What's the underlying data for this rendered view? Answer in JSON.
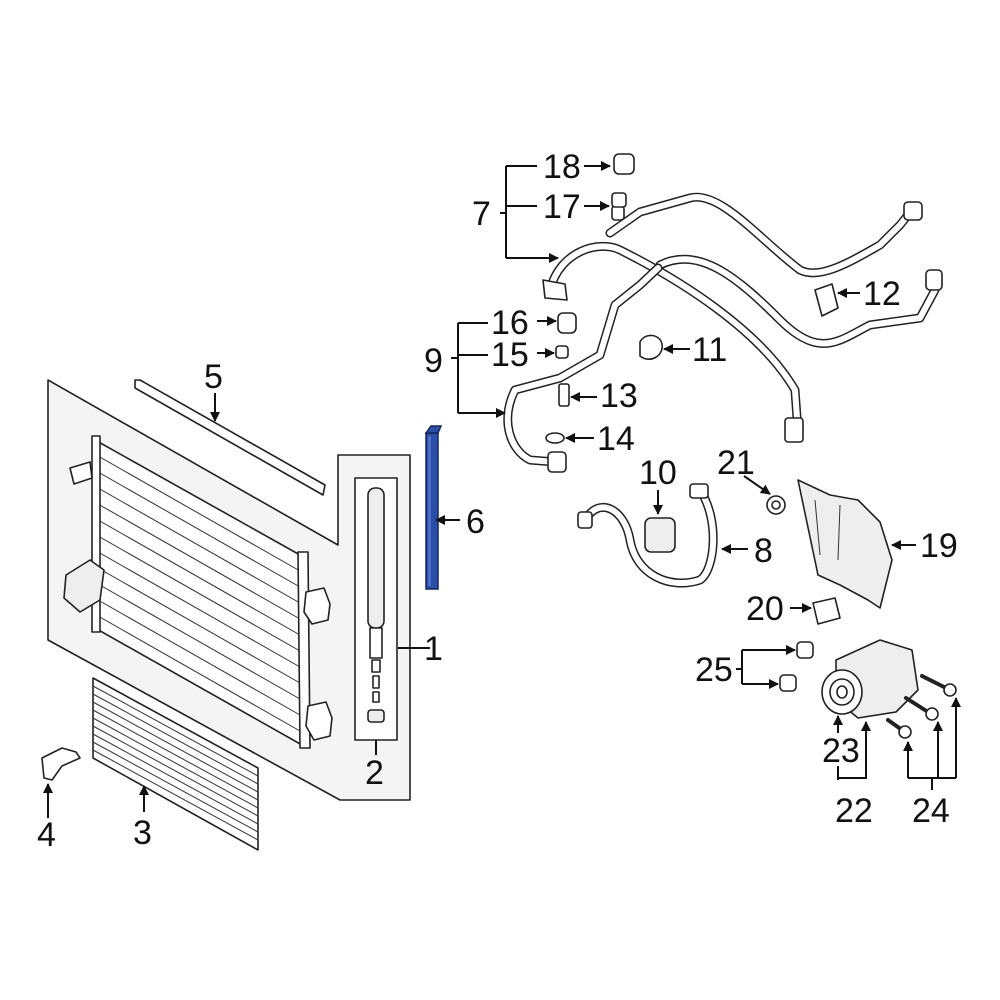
{
  "callouts": [
    {
      "id": "c1",
      "text": "1"
    },
    {
      "id": "c2",
      "text": "2"
    },
    {
      "id": "c3",
      "text": "3"
    },
    {
      "id": "c4",
      "text": "4"
    },
    {
      "id": "c5",
      "text": "5"
    },
    {
      "id": "c6",
      "text": "6"
    },
    {
      "id": "c7",
      "text": "7"
    },
    {
      "id": "c8",
      "text": "8"
    },
    {
      "id": "c9",
      "text": "9"
    },
    {
      "id": "c10",
      "text": "10"
    },
    {
      "id": "c11",
      "text": "11"
    },
    {
      "id": "c12",
      "text": "12"
    },
    {
      "id": "c13",
      "text": "13"
    },
    {
      "id": "c14",
      "text": "14"
    },
    {
      "id": "c15",
      "text": "15"
    },
    {
      "id": "c16",
      "text": "16"
    },
    {
      "id": "c17",
      "text": "17"
    },
    {
      "id": "c18",
      "text": "18"
    },
    {
      "id": "c19",
      "text": "19"
    },
    {
      "id": "c20",
      "text": "20"
    },
    {
      "id": "c21",
      "text": "21"
    },
    {
      "id": "c22",
      "text": "22"
    },
    {
      "id": "c23",
      "text": "23"
    },
    {
      "id": "c24",
      "text": "24"
    },
    {
      "id": "c25",
      "text": "25"
    }
  ],
  "highlight_color": "#2b4ea8"
}
